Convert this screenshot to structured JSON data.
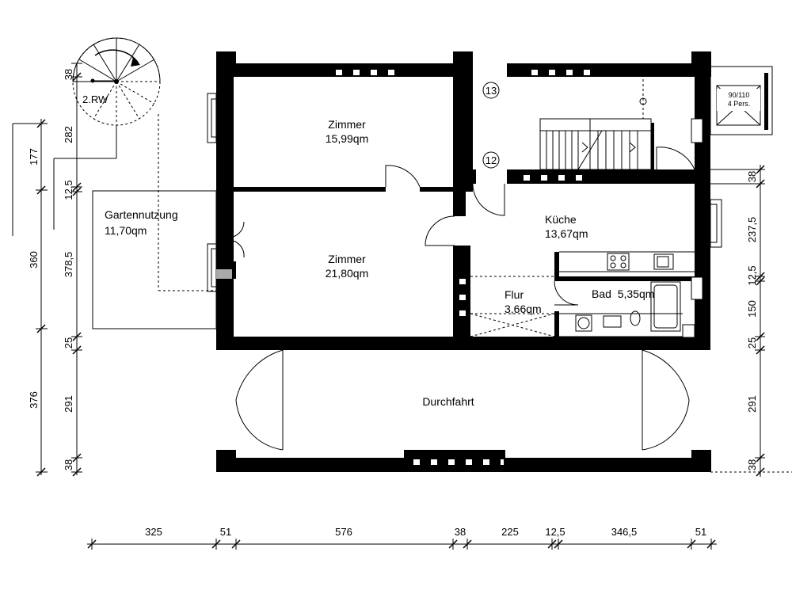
{
  "rooms": {
    "zimmer1": {
      "name": "Zimmer",
      "area": "15,99qm"
    },
    "zimmer2": {
      "name": "Zimmer",
      "area": "21,80qm"
    },
    "garten": {
      "name": "Gartennutzung",
      "area": "11,70qm"
    },
    "kueche": {
      "name": "Küche",
      "area": "13,67qm"
    },
    "flur": {
      "name": "Flur",
      "area": "3,66qm"
    },
    "bad": {
      "name": "Bad  5,35qm"
    },
    "durchfahrt": {
      "name": "Durchfahrt"
    }
  },
  "markers": {
    "stair_top": "13",
    "stair_bottom": "12",
    "spiral": "2.RW",
    "lift_size": "90/110",
    "lift_capacity": "4 Pers."
  },
  "dims_bottom": [
    "325",
    "51",
    "576",
    "38",
    "225",
    "12,5",
    "346,5",
    "51"
  ],
  "dims_left_outer": [
    "177",
    "360",
    "376"
  ],
  "dims_left_inner": [
    "38",
    "282",
    "12,5",
    "378,5",
    "25",
    "291",
    "38"
  ],
  "dims_right": [
    "38",
    "237,5",
    "12,5",
    "150",
    "25",
    "291",
    "38"
  ]
}
